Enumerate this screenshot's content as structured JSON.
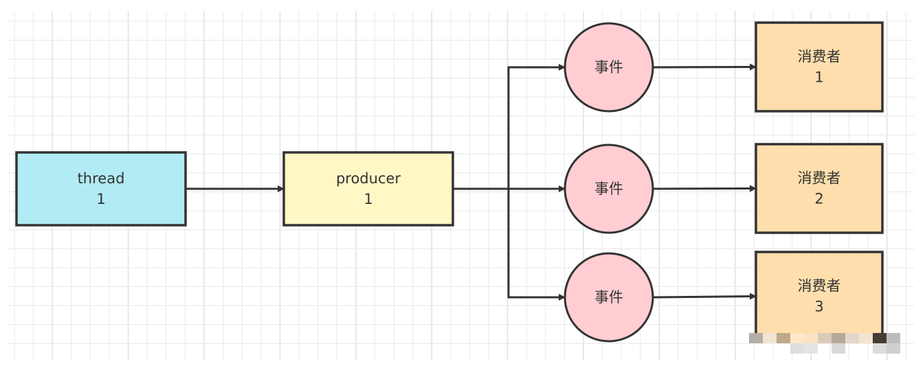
{
  "diagram": {
    "title": "",
    "colors": {
      "thread": "#b1ebf3",
      "producer": "#fff8c6",
      "event": "#ffcdd2",
      "consumer": "#ffdead",
      "stroke": "#333333",
      "grid": "#ececec",
      "grid_major": "#e2e2e2"
    },
    "nodes": [
      {
        "id": "thread1",
        "kind": "thread",
        "shape": "rect",
        "lines": [
          "thread",
          "1"
        ]
      },
      {
        "id": "producer1",
        "kind": "producer",
        "shape": "rect",
        "lines": [
          "producer",
          "1"
        ]
      },
      {
        "id": "event1",
        "kind": "event",
        "shape": "circle",
        "lines": [
          "事件"
        ]
      },
      {
        "id": "event2",
        "kind": "event",
        "shape": "circle",
        "lines": [
          "事件"
        ]
      },
      {
        "id": "event3",
        "kind": "event",
        "shape": "circle",
        "lines": [
          "事件"
        ]
      },
      {
        "id": "consumer1",
        "kind": "consumer",
        "shape": "rect",
        "lines": [
          "消费者",
          "1"
        ]
      },
      {
        "id": "consumer2",
        "kind": "consumer",
        "shape": "rect",
        "lines": [
          "消费者",
          "2"
        ]
      },
      {
        "id": "consumer3",
        "kind": "consumer",
        "shape": "rect",
        "lines": [
          "消费者",
          "3"
        ]
      }
    ],
    "edges": [
      {
        "from": "thread1",
        "to": "producer1"
      },
      {
        "from": "producer1",
        "to": "event1"
      },
      {
        "from": "producer1",
        "to": "event2"
      },
      {
        "from": "producer1",
        "to": "event3"
      },
      {
        "from": "event1",
        "to": "consumer1"
      },
      {
        "from": "event2",
        "to": "consumer2"
      },
      {
        "from": "event3",
        "to": "consumer3"
      }
    ],
    "watermark": {
      "obscured": true
    }
  }
}
